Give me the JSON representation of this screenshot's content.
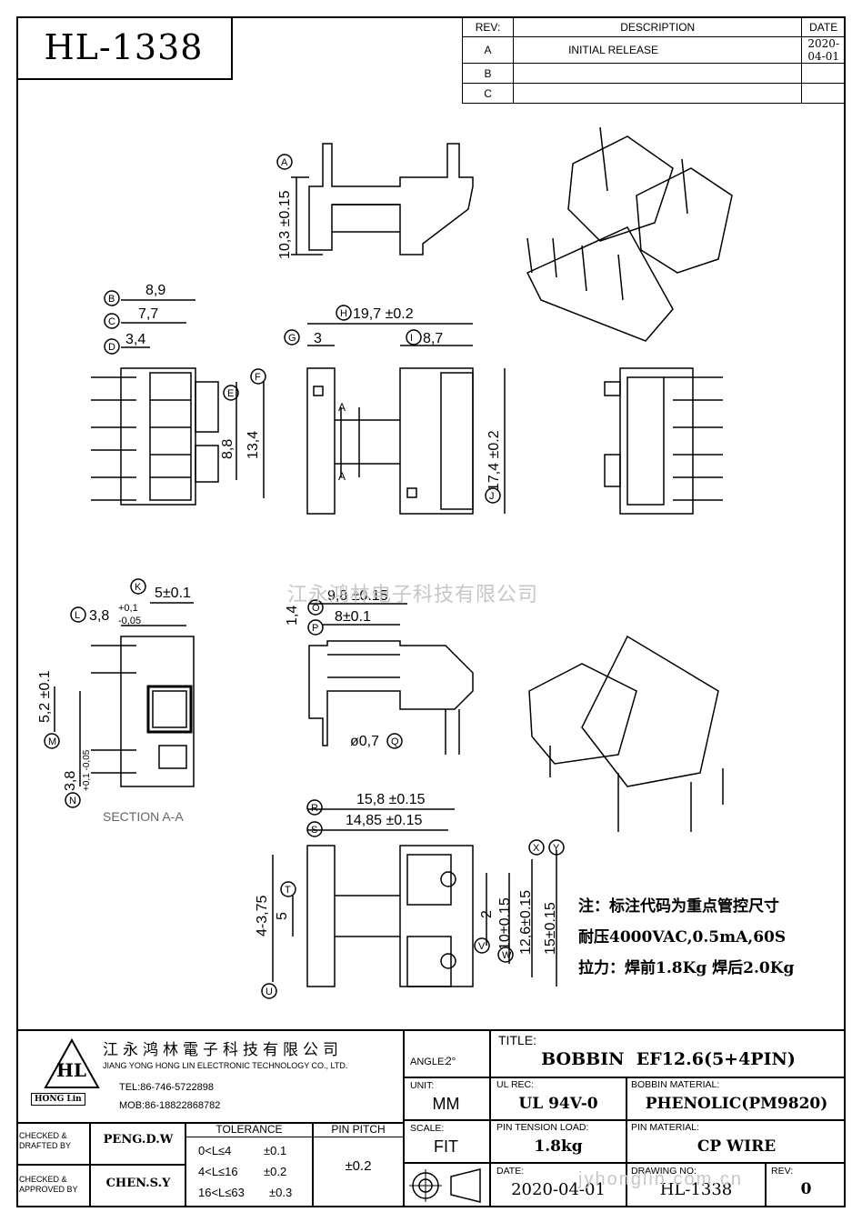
{
  "part_number": "HL-1338",
  "revision_table": {
    "headers": [
      "REV:",
      "DESCRIPTION",
      "DATE"
    ],
    "rows": [
      {
        "rev": "A",
        "description": "INITIAL RELEASE",
        "date": "2020-04-01"
      },
      {
        "rev": "B",
        "description": "",
        "date": ""
      },
      {
        "rev": "C",
        "description": "",
        "date": ""
      }
    ]
  },
  "dimensions": {
    "d_a": "10,3 ±0.15",
    "d_b": "8,9",
    "d_c": "7,7",
    "d_d": "3,4",
    "d_h": "19,7 ±0.2",
    "d_g": "3",
    "d_i": "8,7",
    "d_e": "8,8",
    "d_f": "13,4",
    "d_j": "17,4 ±0.2",
    "d_k": "5±0.1",
    "d_l": "3,8",
    "d_l_tol_up": "+0,1",
    "d_l_tol_dn": "-0,05",
    "d_m": "5,2 ±0.1",
    "d_n": "3,8",
    "d_n_tol": "+0,1 -0,05",
    "d_14": "1,4",
    "d_o": "9,8 ±0.15",
    "d_p": "8±0.1",
    "d_q": "ø0,7",
    "d_r": "15,8 ±0.15",
    "d_s": "14,85 ±0.15",
    "d_t": "4-3,75",
    "d_5": "5",
    "d_v": "2",
    "d_w": "10±0.15",
    "d_x": "12,6±0.15",
    "d_y": "15±0.15",
    "section": "SECTION A-A",
    "section_mark": "A",
    "circle_labels": [
      "A",
      "B",
      "C",
      "D",
      "E",
      "F",
      "G",
      "H",
      "I",
      "J",
      "K",
      "L",
      "M",
      "N",
      "O",
      "P",
      "Q",
      "R",
      "S",
      "T",
      "U",
      "V",
      "W",
      "X",
      "Y"
    ]
  },
  "notes": {
    "line1": "注：标注代码为重点管控尺寸",
    "line2": "耐压4000VAC,0.5mA,60S",
    "line3": "拉力：焊前1.8Kg   焊后2.0Kg"
  },
  "watermark": "江永鸿林电子科技有限公司",
  "watermark_url": "jyhonglin.com.cn",
  "company": {
    "name_cn": "江永鸿林電子科技有限公司",
    "name_en": "JIANG YONG HONG LIN ELECTRONIC TECHNOLOGY CO., LTD.",
    "logo_text": "HL",
    "logo_sub": "HONG Lin",
    "tel": "TEL:86-746-5722898",
    "mob": "MOB:86-18822868782"
  },
  "title_block": {
    "checked_drafted_label": "CHECKED & DRAFTED BY",
    "checked_drafted": "PENG.D.W",
    "checked_approved_label": "CHECKED & APPROVED BY",
    "checked_approved": "CHEN.S.Y",
    "tolerance_label": "TOLERANCE",
    "tolerance_rows": [
      {
        "range": "0<L≤4",
        "tol": "±0.1"
      },
      {
        "range": "4<L≤16",
        "tol": "±0.2"
      },
      {
        "range": "16<L≤63",
        "tol": "±0.3"
      }
    ],
    "pin_pitch_label": "PIN PITCH",
    "pin_pitch": "±0.2",
    "angle_label": "ANGLE:",
    "angle": "2°",
    "unit_label": "UNIT:",
    "unit": "MM",
    "scale_label": "SCALE:",
    "scale": "FIT",
    "title_label": "TITLE:",
    "title": "BOBBIN  EF12.6(5+4PIN)",
    "ul_label": "UL REC:",
    "ul": "UL 94V-0",
    "bobbin_material_label": "BOBBIN MATERIAL:",
    "bobbin_material": "PHENOLIC(PM9820)",
    "pin_tension_label": "PIN TENSION LOAD:",
    "pin_tension": "1.8kg",
    "pin_material_label": "PIN MATERIAL:",
    "pin_material": "CP WIRE",
    "date_label": "DATE:",
    "date": "2020-04-01",
    "drawing_no_label": "DRAWING NO:",
    "drawing_no": "HL-1338",
    "rev_label": "REV:",
    "rev": "0"
  }
}
